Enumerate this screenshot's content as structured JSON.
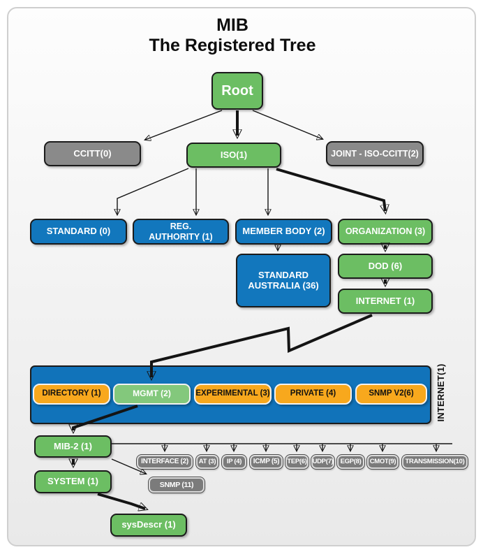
{
  "title": {
    "line1": "MIB",
    "line2": "The Registered Tree"
  },
  "nodes": {
    "root": "Root",
    "ccitt": "CCITT(0)",
    "iso": "ISO(1)",
    "joint": "JOINT - ISO-CCITT(2)",
    "standard": "STANDARD (0)",
    "reg_authority": "REG.\nAUTHORITY (1)",
    "member_body": "MEMBER BODY (2)",
    "organization": "ORGANIZATION (3)",
    "standard_australia": "STANDARD\nAUSTRALIA (36)",
    "dod": "DOD (6)",
    "internet": "INTERNET (1)",
    "internet_container_label": "INTERNET(1)",
    "directory": "DIRECTORY (1)",
    "mgmt": "MGMT (2)",
    "experimental": "EXPERIMENTAL (3)",
    "private": "PRIVATE (4)",
    "snmp_v2": "SNMP V2(6)",
    "mib2": "MIB-2 (1)",
    "interface": "INTERFACE (2)",
    "at": "AT (3)",
    "ip": "IP (4)",
    "icmp": "ICMP (5)",
    "tep": "TEP(6)",
    "udp": "UDP(7)",
    "egp": "EGP(8)",
    "cmot": "CMOT(9)",
    "transmission": "TRANSMISSION(10)",
    "snmp": "SNMP (11)",
    "system": "SYSTEM (1)",
    "sysdescr": "sysDescr (1)"
  },
  "colors": {
    "green_node": "#6cbe63",
    "light_green_node": "#83c87c",
    "blue_node": "#1277bd",
    "container_blue": "#1173ba",
    "orange_node": "#f8a81d",
    "gray_node": "#8a8a8a",
    "small_gray_node": "#7b7b7b",
    "arrow": "#141414",
    "card_background_top": "#fdfdfd",
    "card_background_bottom": "#e9e9e9"
  }
}
